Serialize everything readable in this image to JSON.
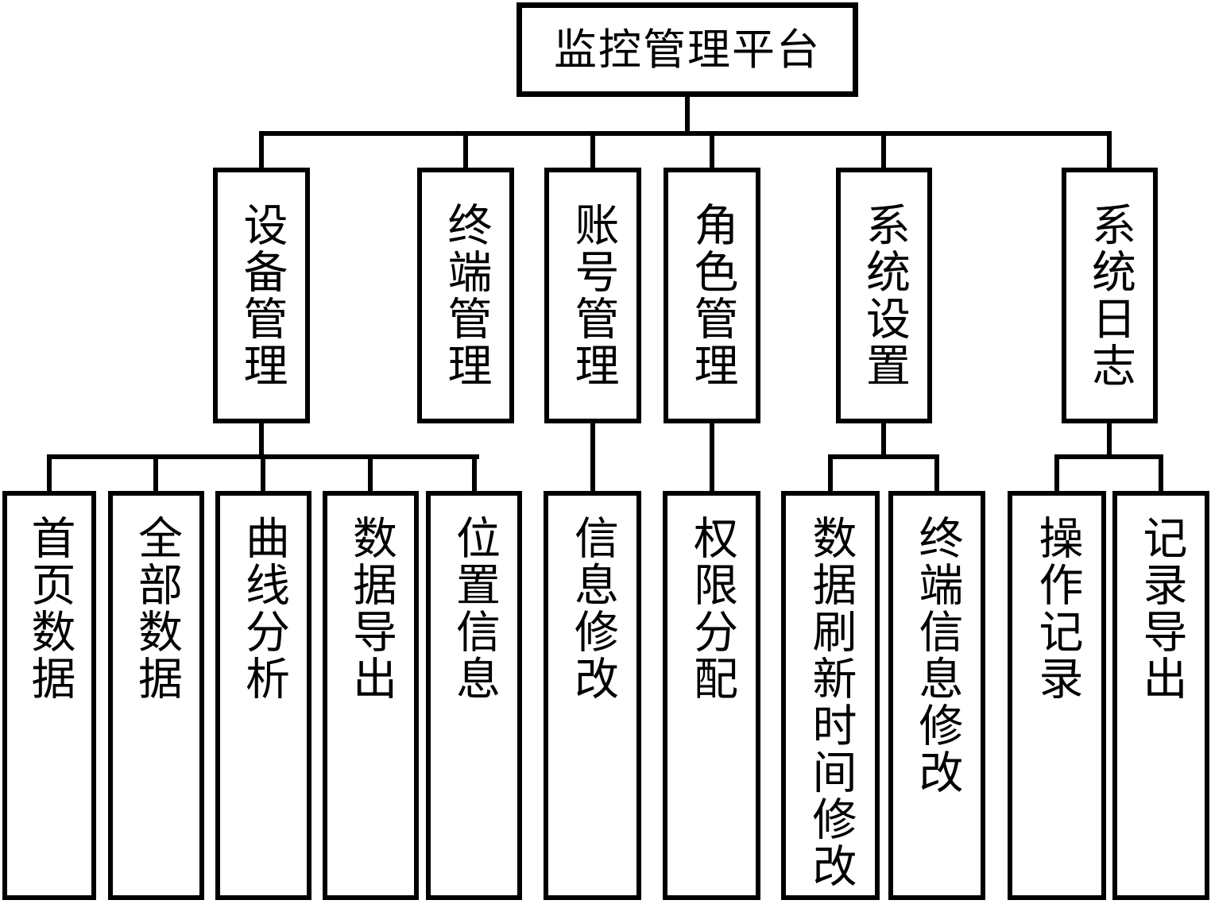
{
  "diagram": {
    "type": "org-tree",
    "background_color": "#ffffff",
    "line_color": "#000000",
    "root": {
      "label": "监控管理平台"
    },
    "level2": [
      {
        "label": "设备管理",
        "children": [
          "首页数据",
          "全部数据",
          "曲线分析",
          "数据导出",
          "位置信息"
        ]
      },
      {
        "label": "终端管理",
        "children": []
      },
      {
        "label": "账号管理",
        "children": [
          "信息修改"
        ]
      },
      {
        "label": "角色管理",
        "children": [
          "权限分配"
        ]
      },
      {
        "label": "系统设置",
        "children": [
          "数据刷新时间修改",
          "终端信息修改"
        ]
      },
      {
        "label": "系统日志",
        "children": [
          "操作记录",
          "记录导出"
        ]
      }
    ]
  }
}
